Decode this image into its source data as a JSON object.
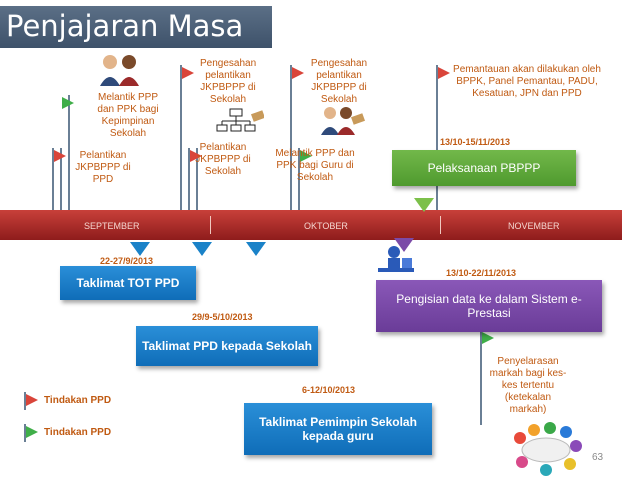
{
  "title": "Penjajaran Masa",
  "timeline": {
    "months": [
      "SEPTEMBER",
      "OKTOBER",
      "NOVEMBER"
    ]
  },
  "labels": {
    "melantik_ppp": "Melantik PPP dan PPK bagi Kepimpinan Sekolah",
    "pelantikan_jkpbppp_ppd": "Pelantikan JKPBPPP di PPD",
    "pengesahan_jkpbppp_sekolah": "Pengesahan pelantikan JKPBPPP di Sekolah",
    "pelantikan_jkpbppp_sekolah": "Pelantikan JKPBPPP di Sekolah",
    "pengesahan_ppp_sekolah": "Pengesahan pelantikan JKPBPPP di Sekolah",
    "melantik_ppp_guru": "Melantik PPP dan PPK bagi Guru di Sekolah",
    "pemantauan": "Pemantauan akan dilakukan oleh BPPK, Panel Pemantau, PADU, Kesatuan, JPN dan PPD",
    "penyelarasan": "Penyelarasan markah bagi kes-kes tertentu (ketekalan markah)"
  },
  "dates": {
    "pelaksanaan": "13/10-15/11/2013",
    "tot": "22-27/9/2013",
    "pengisian": "13/10-22/11/2013",
    "taklimat_sekolah": "29/9-5/10/2013",
    "taklimat_pemimpin": "6-12/10/2013"
  },
  "boxes": {
    "pelaksanaan": "Pelaksanaan PBPPP",
    "tot": "Taklimat TOT PPD",
    "pengisian": "Pengisian data ke dalam Sistem e-Prestasi",
    "taklimat_sekolah": "Taklimat PPD kepada Sekolah",
    "taklimat_pemimpin": "Taklimat Pemimpin Sekolah kepada guru"
  },
  "legend": {
    "red": "Tindakan PPD",
    "green": "Tindakan PPD"
  },
  "page_number": "63",
  "colors": {
    "timeline": "#b02a2a",
    "label_text": "#c05a12",
    "blue_box": "#1a7ec8",
    "green_box": "#5ea83a",
    "purple_box": "#7b4aa8",
    "red_flag": "#d9453a",
    "green_flag": "#3fae49"
  }
}
